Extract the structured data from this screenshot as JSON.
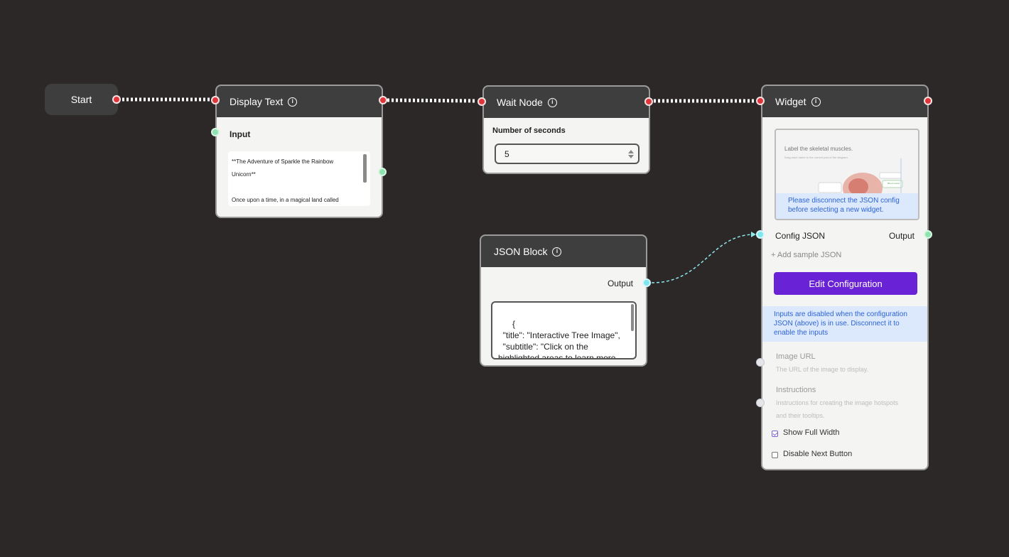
{
  "start": {
    "label": "Start"
  },
  "display_text": {
    "title": "Display Text",
    "input_label": "Input",
    "lines": [
      "**The Adventure of Sparkle the Rainbow",
      "Unicorn**",
      "",
      "Once upon a time, in a magical land called"
    ]
  },
  "wait_node": {
    "title": "Wait Node",
    "seconds_label": "Number of seconds",
    "seconds_value": "5"
  },
  "json_block": {
    "title": "JSON Block",
    "output_label": "Output",
    "content": "{\n  \"title\": \"Interactive Tree Image\",\n  \"subtitle\": \"Click on the\nhighlighted areas to learn more\nabout each part of the tree.\""
  },
  "widget": {
    "title": "Widget",
    "preview_title": "Label the skeletal muscles.",
    "preview_subtitle": "Drag each name to the correct part of the diagram.",
    "preview_chip": "Blood vessel",
    "preview_message": "Please disconnect the JSON config before selecting a new widget.",
    "config_label": "Config JSON",
    "output_label": "Output",
    "add_sample": "+ Add sample JSON",
    "edit_button": "Edit Configuration",
    "notice": "Inputs are disabled when the configuration JSON (above) is in use. Disconnect it to enable the inputs",
    "image_url_label": "Image URL",
    "image_url_sub": "The URL of the image to display.",
    "instructions_label": "Instructions",
    "instructions_sub_1": "Instructions for creating the image hotspots",
    "instructions_sub_2": "and their tooltips.",
    "show_full_width": {
      "label": "Show Full Width",
      "checked": true
    },
    "disable_next": {
      "label": "Disable Next Button",
      "checked": false
    }
  },
  "colors": {
    "canvas": "#2b2827",
    "node_header": "#3f3e3e",
    "port_red": "#e0353b",
    "port_green": "#8ee3b0",
    "port_cyan": "#7fe6ef",
    "accent_purple": "#6a22d6",
    "notice_blue": "#dce8fb"
  }
}
